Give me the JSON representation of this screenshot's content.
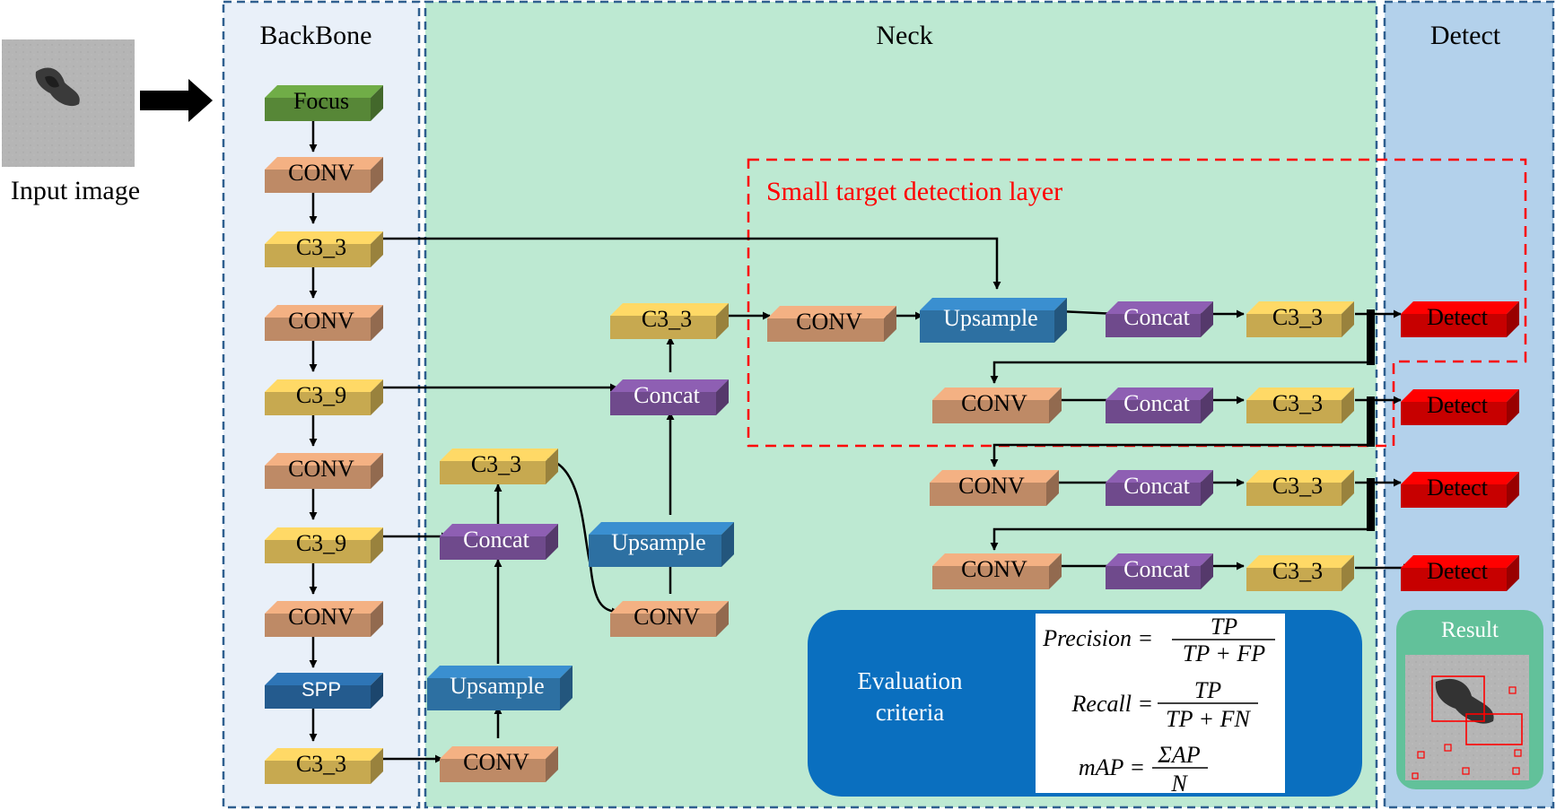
{
  "input": {
    "label": "Input image"
  },
  "sections": {
    "backbone": "BackBone",
    "neck": "Neck",
    "detect": "Detect"
  },
  "small_target_label": "Small target detection layer",
  "backbone_blocks": [
    "Focus",
    "CONV",
    "C3_3",
    "CONV",
    "C3_9",
    "CONV",
    "C3_9",
    "CONV",
    "SPP",
    "C3_3"
  ],
  "neck_col1": {
    "top": "C3_3",
    "concat": "Concat",
    "upsample": "Upsample",
    "conv": "CONV"
  },
  "neck_col2": {
    "top": "C3_3",
    "concat": "Concat",
    "upsample": "Upsample",
    "conv": "CONV"
  },
  "rows": [
    {
      "conv": "CONV",
      "mid": "Upsample",
      "concat": "Concat",
      "c3": "C3_3",
      "detect": "Detect"
    },
    {
      "conv": "CONV",
      "concat": "Concat",
      "c3": "C3_3",
      "detect": "Detect"
    },
    {
      "conv": "CONV",
      "concat": "Concat",
      "c3": "C3_3",
      "detect": "Detect"
    },
    {
      "conv": "CONV",
      "concat": "Concat",
      "c3": "C3_3",
      "detect": "Detect"
    }
  ],
  "evaluation": {
    "title_line1": "Evaluation",
    "title_line2": "criteria",
    "precision": {
      "lhs": "Precision =",
      "num": "TP",
      "den": "TP + FP"
    },
    "recall": {
      "lhs": "Recall =",
      "num": "TP",
      "den": "TP + FN"
    },
    "map": {
      "lhs": "mAP =",
      "num": "ΣAP",
      "den": "N"
    }
  },
  "result": {
    "label": "Result"
  },
  "colors": {
    "backbone_bg": "#e9f0f9",
    "neck_bg": "#bde9d2",
    "detect_bg": "#b3d1eb",
    "conv": "#f4b183",
    "c3": "#ffd966",
    "focus": "#70ad47",
    "spp": "#2e75b6",
    "concat": "#8e5fb3",
    "upsample": "#3a8fd0",
    "detect": "#ff0000",
    "eval_bg": "#0a6fbf",
    "dash_blue": "#2f5f8f",
    "dash_red": "#ff0000",
    "result_bg": "#62c19a"
  }
}
